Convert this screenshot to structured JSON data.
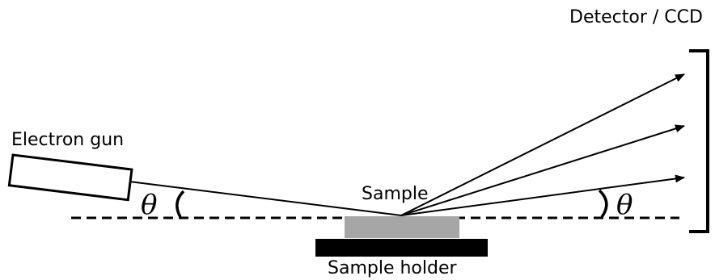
{
  "labels": {
    "detector": "Detector / CCD",
    "electron_gun": "Electron gun",
    "sample": "Sample",
    "sample_holder": "Sample holder",
    "incident_angle": "θ",
    "exit_angle": "θ"
  },
  "colors": {
    "stroke": "#000000",
    "sample_fill": "#a6a6a6",
    "holder_fill": "#000000",
    "background": "#ffffff"
  },
  "diffracted_beam_count": 3
}
